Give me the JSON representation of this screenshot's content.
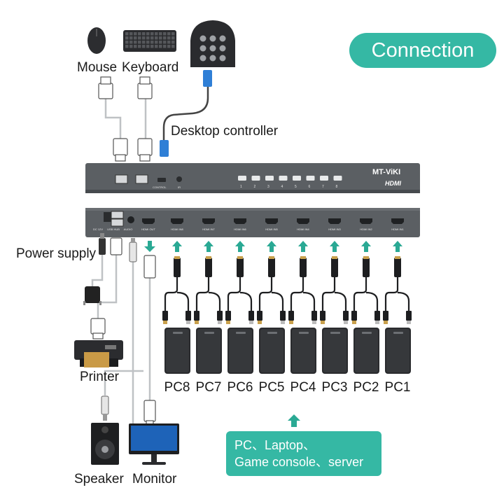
{
  "header": {
    "title": "Connection"
  },
  "peripherals": {
    "mouse": "Mouse",
    "keyboard": "Keyboard",
    "controller": "Desktop controller",
    "power": "Power supply",
    "printer": "Printer",
    "speaker": "Speaker",
    "monitor": "Monitor"
  },
  "unit": {
    "brand": "MT-ViKI",
    "hdmi_logo": "HDMI",
    "front_labels": [
      "CONTROL",
      "IR"
    ],
    "buttons": [
      "1",
      "2",
      "3",
      "4",
      "5",
      "6",
      "7",
      "8"
    ],
    "rear_labels": [
      "DC 12V",
      "USB HUB",
      "AUDIO",
      "HDMI OUT",
      "HDMI IN8",
      "HDMI IN7",
      "HDMI IN6",
      "HDMI IN5",
      "HDMI IN4",
      "HDMI IN3",
      "HDMI IN2",
      "HDMI IN1"
    ]
  },
  "pcs": [
    "PC8",
    "PC7",
    "PC6",
    "PC5",
    "PC4",
    "PC3",
    "PC2",
    "PC1"
  ],
  "devices_box": {
    "line1": "PC、Laptop、",
    "line2": "Game console、server ..."
  },
  "colors": {
    "accent": "#35b8a4",
    "arrow": "#2aa994",
    "device": "#5d6165",
    "plug_blue": "#2f7fd6"
  }
}
